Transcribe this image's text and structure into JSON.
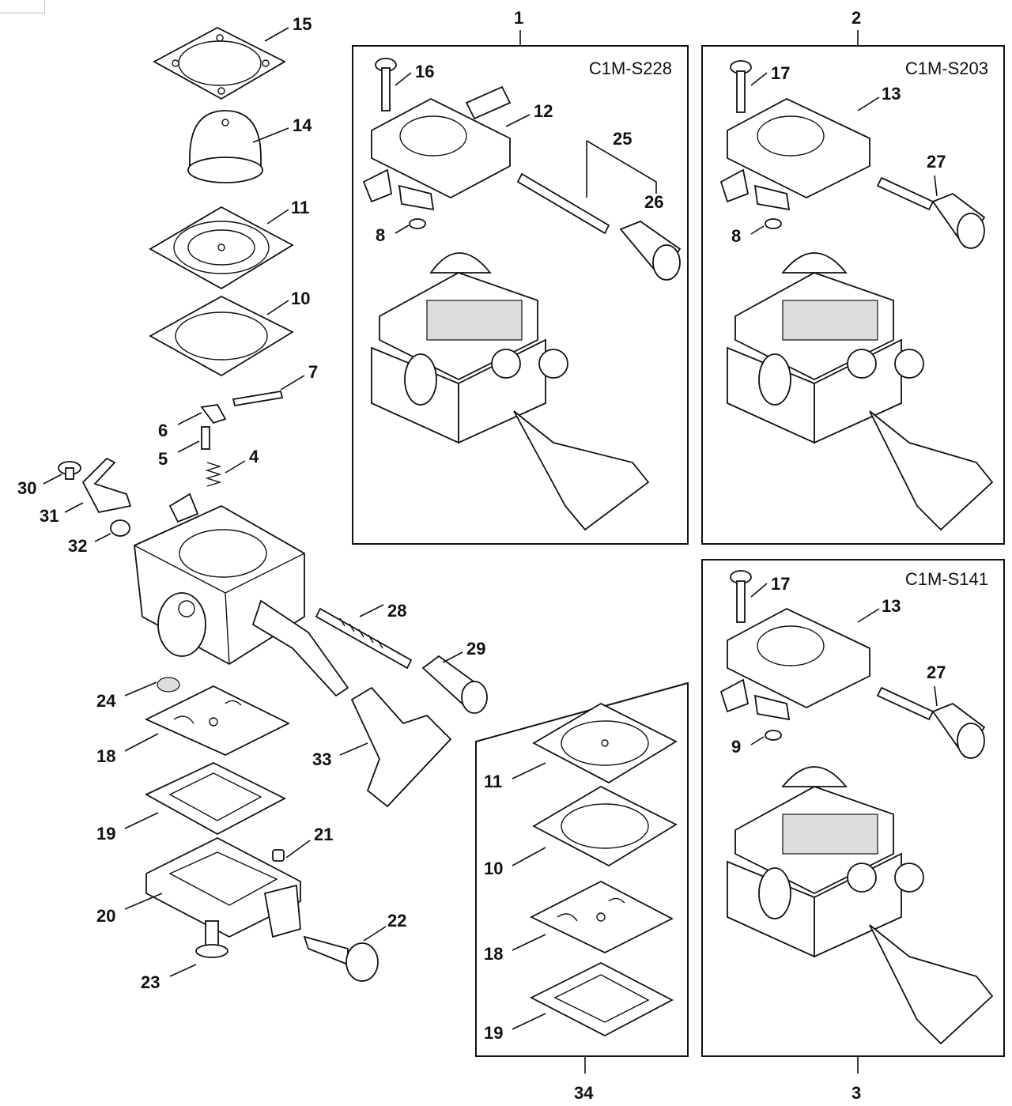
{
  "diagram": {
    "part_numbers": [
      "1",
      "2",
      "3",
      "4",
      "5",
      "6",
      "7",
      "8",
      "9",
      "10",
      "11",
      "12",
      "13",
      "14",
      "15",
      "16",
      "17",
      "18",
      "19",
      "20",
      "21",
      "22",
      "23",
      "24",
      "25",
      "26",
      "27",
      "28",
      "29",
      "30",
      "31",
      "32",
      "33",
      "34"
    ],
    "box_codes": {
      "box1": "C1M-S228",
      "box2": "C1M-S203",
      "box3": "C1M-S141"
    }
  }
}
